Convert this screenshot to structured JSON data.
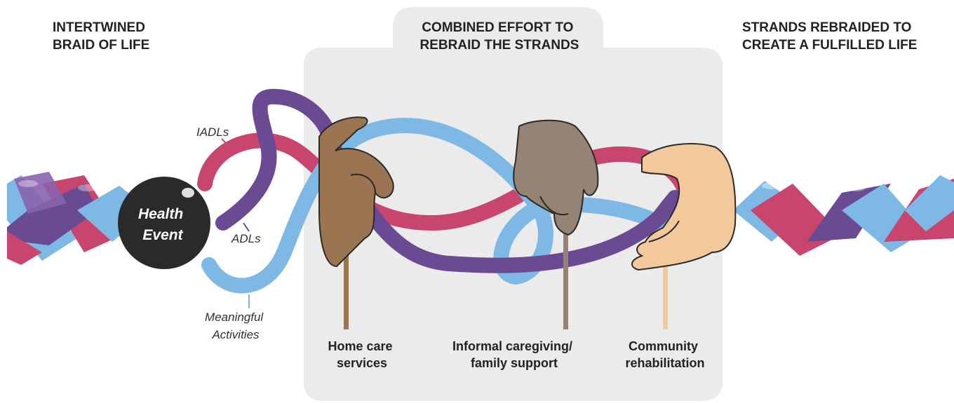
{
  "headings": {
    "left": [
      "INTERTWINED",
      "BRAID OF LIFE"
    ],
    "center": [
      "COMBINED EFFORT TO",
      "REBRAID THE STRANDS"
    ],
    "right": [
      "STRANDS REBRAIDED TO",
      "CREATE A FULFILLED LIFE"
    ]
  },
  "health_event": [
    "Health",
    "Event"
  ],
  "strand_labels": {
    "iadls": "IADLs",
    "adls": "ADLs",
    "meaningful": [
      "Meaningful",
      "Activities"
    ]
  },
  "hands": [
    {
      "lines": [
        "Home care",
        "services"
      ],
      "skin": "#9b7452"
    },
    {
      "lines": [
        "Informal caregiving/",
        "family support"
      ],
      "skin": "#958375"
    },
    {
      "lines": [
        "Community",
        "rehabilitation"
      ],
      "skin": "#f3c99b"
    }
  ],
  "colors": {
    "iadls": "#c8456d",
    "adls": "#6a4a93",
    "meaningful": "#7db9e4",
    "panel": "#ebebeb",
    "event": "#2a2a2a"
  },
  "icons": [
    "left-braid-icon",
    "right-braid-icon",
    "hand-icon"
  ]
}
